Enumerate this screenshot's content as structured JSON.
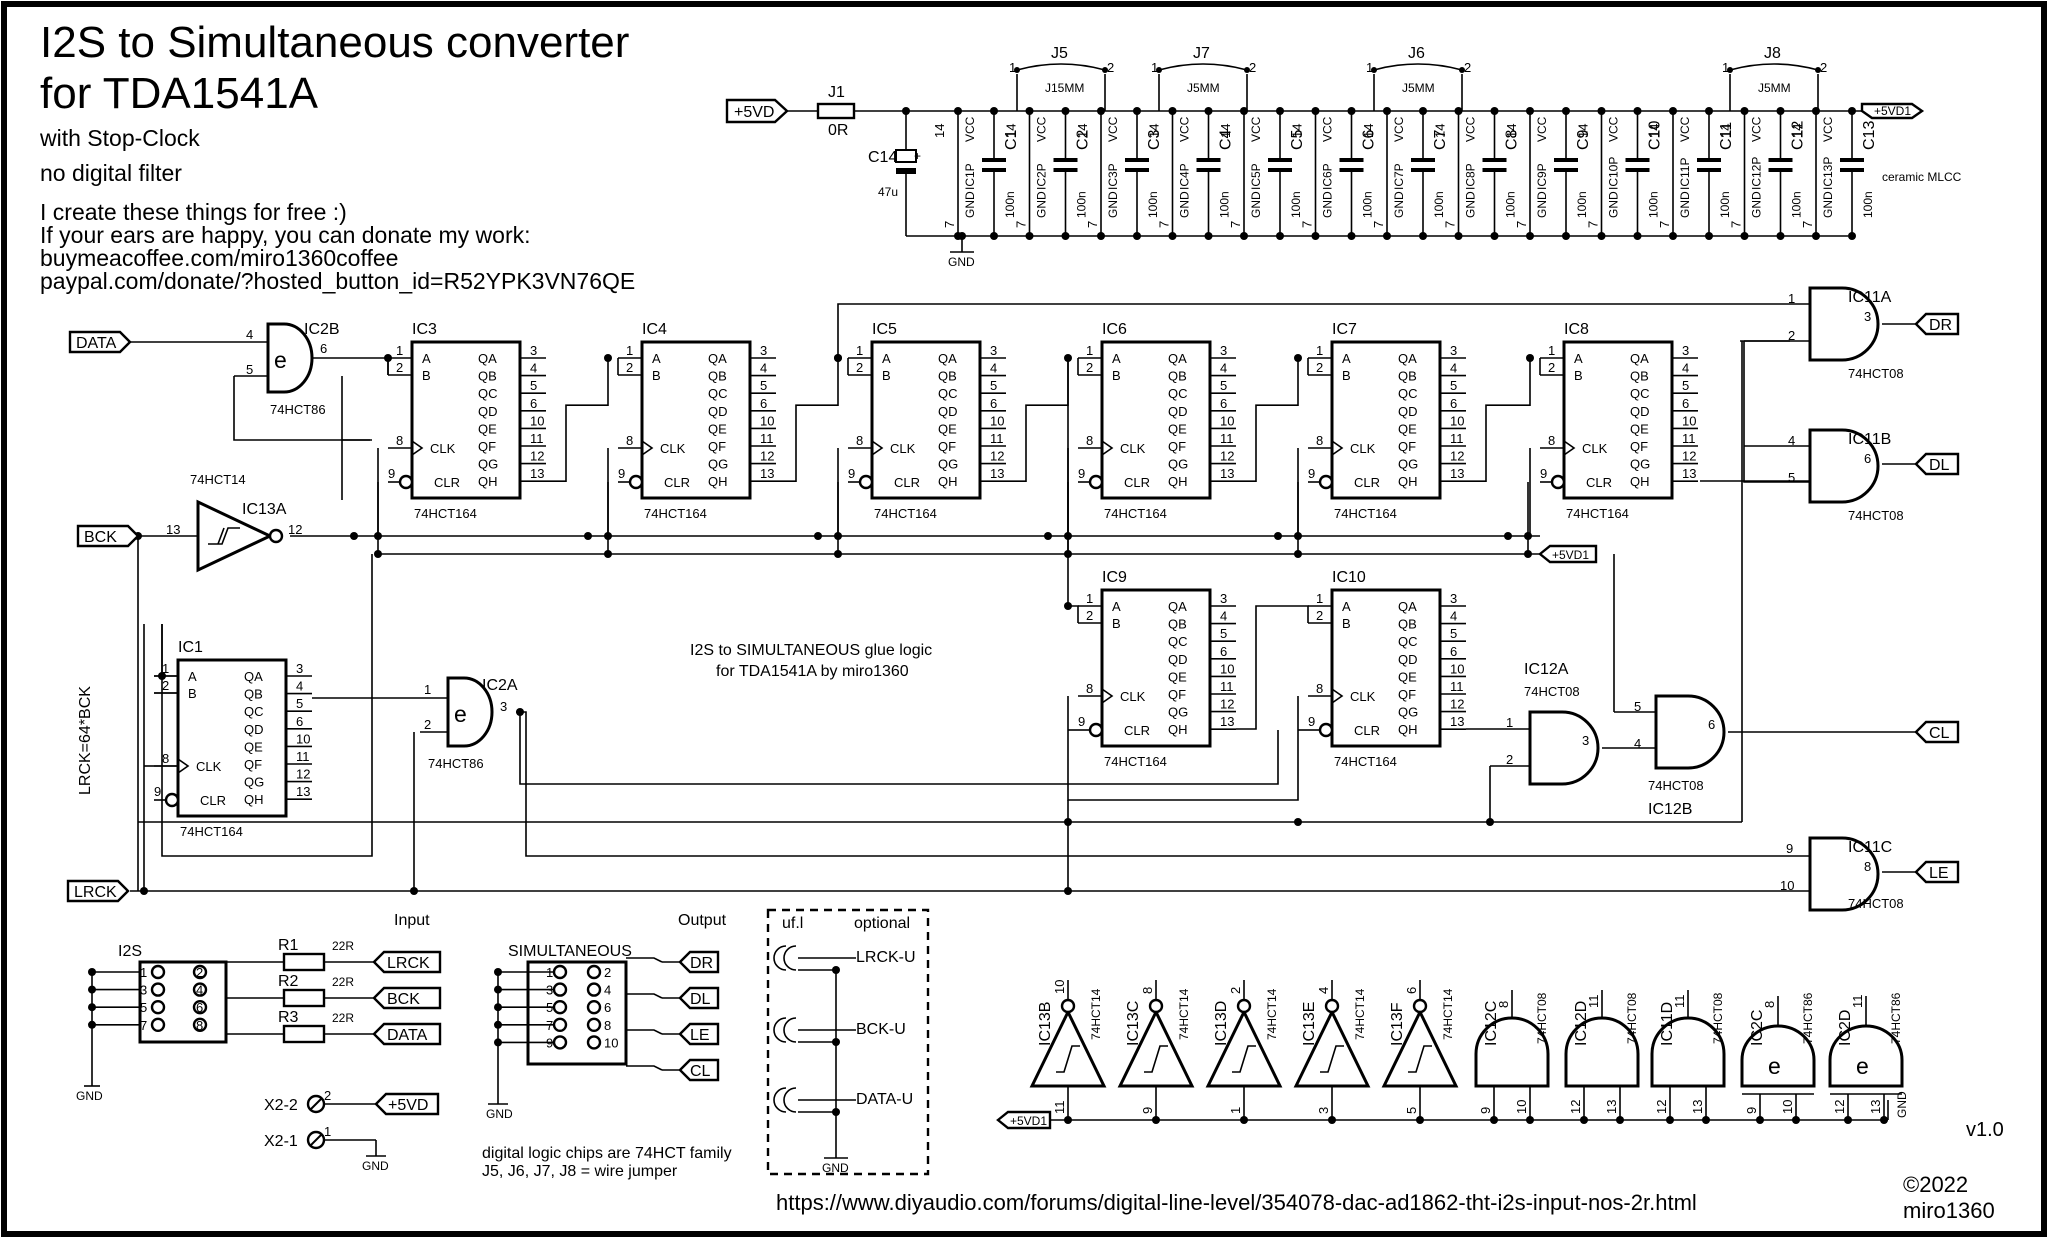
{
  "title": {
    "line1": "I2S to Simultaneous converter",
    "line2": "for TDA1541A",
    "sub1": "with Stop-Clock",
    "sub2": "no digital filter"
  },
  "donate": [
    "I create these things for free :)",
    "If your ears are happy, you can donate my work:",
    "buymeacoffee.com/miro1360coffee",
    "paypal.com/donate/?hosted_button_id=R52YPK3VN76QE"
  ],
  "power": {
    "in_port": "+5VD",
    "out_port": "+5VD1",
    "j1_ref": "J1",
    "j1_val": "0R",
    "c14_ref": "C14",
    "c14_val": "47u",
    "gnd": "GND",
    "note": "ceramic MLCC",
    "vcc": "VCC",
    "gnd_pin": "GND",
    "pin14": "14",
    "pin7": "7",
    "cap_val": "100n",
    "plus": "+",
    "jumpers": [
      {
        "ref": "J5",
        "val": "J15MM",
        "p1": "1",
        "p2": "2"
      },
      {
        "ref": "J7",
        "val": "J5MM",
        "p1": "1",
        "p2": "2"
      },
      {
        "ref": "J6",
        "val": "J5MM",
        "p1": "1",
        "p2": "2"
      },
      {
        "ref": "J8",
        "val": "J5MM",
        "p1": "1",
        "p2": "2"
      }
    ],
    "caps": [
      "C1",
      "C2",
      "C3",
      "C4",
      "C5",
      "C6",
      "C7",
      "C8",
      "C9",
      "C10",
      "C11",
      "C12",
      "C13"
    ],
    "ic_power": [
      "IC1P",
      "IC2P",
      "IC3P",
      "IC4P",
      "IC5P",
      "IC6P",
      "IC7P",
      "IC8P",
      "IC9P",
      "IC10P",
      "IC11P",
      "IC12P",
      "IC13P"
    ]
  },
  "ports": {
    "data": "DATA",
    "bck": "BCK",
    "lrck": "LRCK",
    "dr": "DR",
    "dl": "DL",
    "cl": "CL",
    "le": "LE",
    "vdd1": "+5VD1"
  },
  "shift_registers": [
    {
      "ref": "IC1",
      "part": "74HCT164"
    },
    {
      "ref": "IC3",
      "part": "74HCT164"
    },
    {
      "ref": "IC4",
      "part": "74HCT164"
    },
    {
      "ref": "IC5",
      "part": "74HCT164"
    },
    {
      "ref": "IC6",
      "part": "74HCT164"
    },
    {
      "ref": "IC7",
      "part": "74HCT164"
    },
    {
      "ref": "IC8",
      "part": "74HCT164"
    },
    {
      "ref": "IC9",
      "part": "74HCT164"
    },
    {
      "ref": "IC10",
      "part": "74HCT164"
    }
  ],
  "sr_pins": {
    "left": [
      "A",
      "B",
      "CLK",
      "CLR"
    ],
    "left_nums": [
      "1",
      "2",
      "8",
      "9"
    ],
    "right": [
      "QA",
      "QB",
      "QC",
      "QD",
      "QE",
      "QF",
      "QG",
      "QH"
    ],
    "right_nums": [
      "3",
      "4",
      "5",
      "6",
      "10",
      "11",
      "12",
      "13"
    ]
  },
  "gates": {
    "ic2b": {
      "ref": "IC2B",
      "part": "74HCT86",
      "sym": "e",
      "pins": [
        "4",
        "5",
        "6"
      ]
    },
    "ic2a": {
      "ref": "IC2A",
      "part": "74HCT86",
      "sym": "e",
      "pins": [
        "1",
        "2",
        "3"
      ]
    },
    "ic13a": {
      "ref": "IC13A",
      "part": "74HCT14",
      "pins": [
        "13",
        "12"
      ]
    },
    "ic11a": {
      "ref": "IC11A",
      "part": "74HCT08",
      "pins": [
        "1",
        "2",
        "3"
      ]
    },
    "ic11b": {
      "ref": "IC11B",
      "part": "74HCT08",
      "pins": [
        "4",
        "5",
        "6"
      ]
    },
    "ic11c": {
      "ref": "IC11C",
      "part": "74HCT08",
      "pins": [
        "9",
        "10",
        "8"
      ]
    },
    "ic12a": {
      "ref": "IC12A",
      "part": "74HCT08",
      "pins": [
        "1",
        "2",
        "3"
      ]
    },
    "ic12b": {
      "ref": "IC12B",
      "part": "74HCT08",
      "pins": [
        "5",
        "4",
        "6"
      ]
    }
  },
  "lrck_note": "LRCK=64*BCK",
  "glue_note": [
    "I2S to SIMULTANEOUS glue logic",
    "for TDA1541A by miro1360"
  ],
  "input": {
    "title": "Input",
    "conn": "I2S",
    "pins": [
      "1",
      "2",
      "3",
      "4",
      "5",
      "6",
      "7",
      "8"
    ],
    "resistors": [
      {
        "ref": "R1",
        "val": "22R",
        "port": "LRCK"
      },
      {
        "ref": "R2",
        "val": "22R",
        "port": "BCK"
      },
      {
        "ref": "R3",
        "val": "22R",
        "port": "DATA"
      }
    ],
    "gnd": "GND",
    "x2": [
      {
        "ref": "X2-2",
        "pin": "2",
        "port": "+5VD"
      },
      {
        "ref": "X2-1",
        "pin": "1",
        "port": "GND"
      }
    ]
  },
  "output": {
    "title": "Output",
    "conn": "SIMULTANEOUS",
    "pins": [
      "1",
      "2",
      "3",
      "4",
      "5",
      "6",
      "7",
      "8",
      "9",
      "10"
    ],
    "ports": [
      "DR",
      "DL",
      "LE",
      "CL"
    ],
    "gnd": "GND"
  },
  "optional": {
    "title": "optional",
    "ufl": "uf.l",
    "items": [
      "LRCK-U",
      "BCK-U",
      "DATA-U"
    ],
    "gnd": "GND"
  },
  "notes": [
    "digital logic chips are 74HCT family",
    "J5, J6, J7, J8 = wire jumper"
  ],
  "spare_inverters": [
    {
      "ref": "IC13B",
      "part": "74HCT14",
      "pin_in": "11",
      "pin_out": "10"
    },
    {
      "ref": "IC13C",
      "part": "74HCT14",
      "pin_in": "9",
      "pin_out": "8"
    },
    {
      "ref": "IC13D",
      "part": "74HCT14",
      "pin_in": "1",
      "pin_out": "2"
    },
    {
      "ref": "IC13E",
      "part": "74HCT14",
      "pin_in": "3",
      "pin_out": "4"
    },
    {
      "ref": "IC13F",
      "part": "74HCT14",
      "pin_in": "5",
      "pin_out": "6"
    }
  ],
  "spare_ands": [
    {
      "ref": "IC12C",
      "part": "74HCT08",
      "pins": [
        "9",
        "10"
      ],
      "out": "8"
    },
    {
      "ref": "IC12D",
      "part": "74HCT08",
      "pins": [
        "12",
        "13"
      ],
      "out": "11"
    },
    {
      "ref": "IC11D",
      "part": "74HCT08",
      "pins": [
        "12",
        "13"
      ],
      "out": "11"
    }
  ],
  "spare_xors": [
    {
      "ref": "IC2C",
      "part": "74HCT86",
      "pins": [
        "9",
        "10"
      ],
      "out": "8",
      "sym": "e"
    },
    {
      "ref": "IC2D",
      "part": "74HCT86",
      "pins": [
        "12",
        "13"
      ],
      "out": "11",
      "sym": "e"
    }
  ],
  "spare_vdd": "+5VD1",
  "spare_gnd": "GND",
  "version": "v1.0",
  "url": "https://www.diyaudio.com/forums/digital-line-level/354078-dac-ad1862-tht-i2s-input-nos-2r.html",
  "copyright": [
    "©2022",
    "miro1360"
  ]
}
